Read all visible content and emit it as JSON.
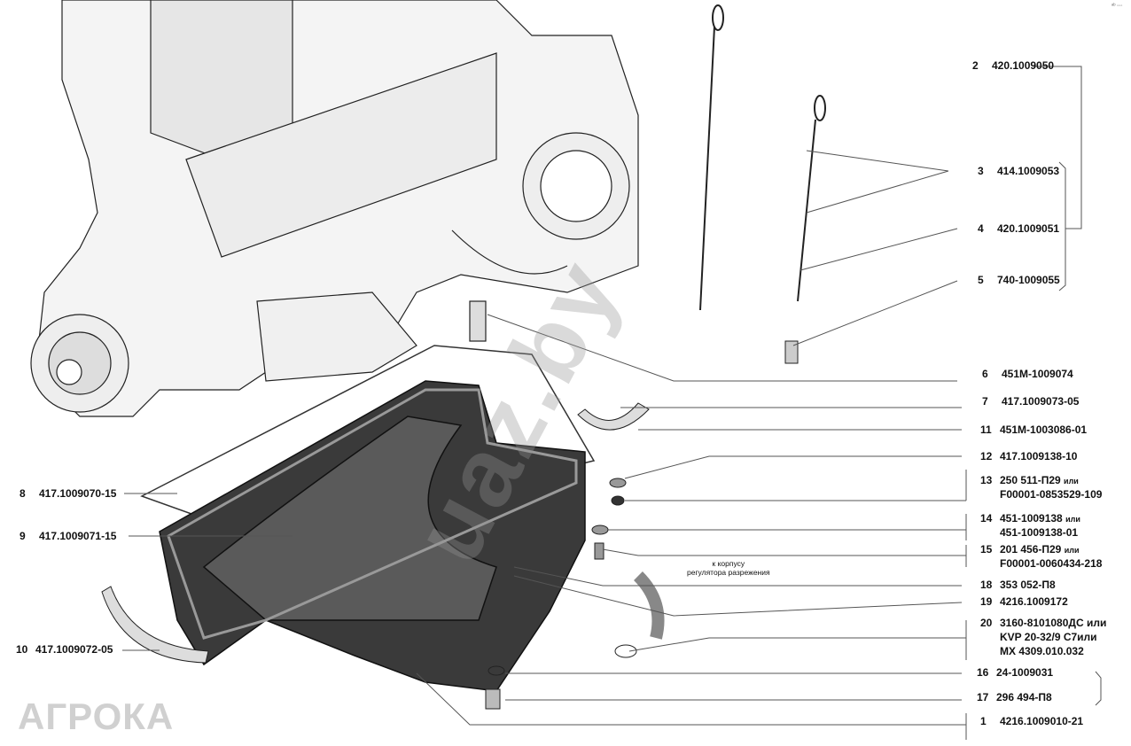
{
  "corner_mark": "ᵃᵇ ◦◦◦",
  "watermark": "uaz.by",
  "logo": "АГРОКА",
  "note": {
    "line1": "к корпусу",
    "line2": "регулятора разрежения"
  },
  "or_word": "или",
  "parts": [
    {
      "num": "2",
      "code": "420.1009050"
    },
    {
      "num": "3",
      "code": "414.1009053"
    },
    {
      "num": "4",
      "code": "420.1009051"
    },
    {
      "num": "5",
      "code": "740-1009055"
    },
    {
      "num": "6",
      "code": "451М-1009074"
    },
    {
      "num": "7",
      "code": "417.1009073-05"
    },
    {
      "num": "11",
      "code": "451М-1003086-01"
    },
    {
      "num": "12",
      "code": "417.1009138-10"
    },
    {
      "num": "13",
      "code": "250 511-П29",
      "alt": "F00001-0853529-109"
    },
    {
      "num": "14",
      "code": "451-1009138",
      "alt": "451-1009138-01"
    },
    {
      "num": "15",
      "code": "201 456-П29",
      "alt": "F00001-0060434-218"
    },
    {
      "num": "18",
      "code": "353 052-П8"
    },
    {
      "num": "19",
      "code": "4216.1009172"
    },
    {
      "num": "20",
      "code": "3160-8101080ДС или",
      "alt2": "KVP 20-32/9 C7или",
      "alt3": "MX 4309.010.032"
    },
    {
      "num": "16",
      "code": "24-1009031"
    },
    {
      "num": "17",
      "code": "296 494-П8"
    },
    {
      "num": "1",
      "code": "4216.1009010-21"
    },
    {
      "num": "8",
      "code": "417.1009070-15"
    },
    {
      "num": "9",
      "code": "417.1009071-15"
    },
    {
      "num": "10",
      "code": "417.1009072-05"
    }
  ]
}
